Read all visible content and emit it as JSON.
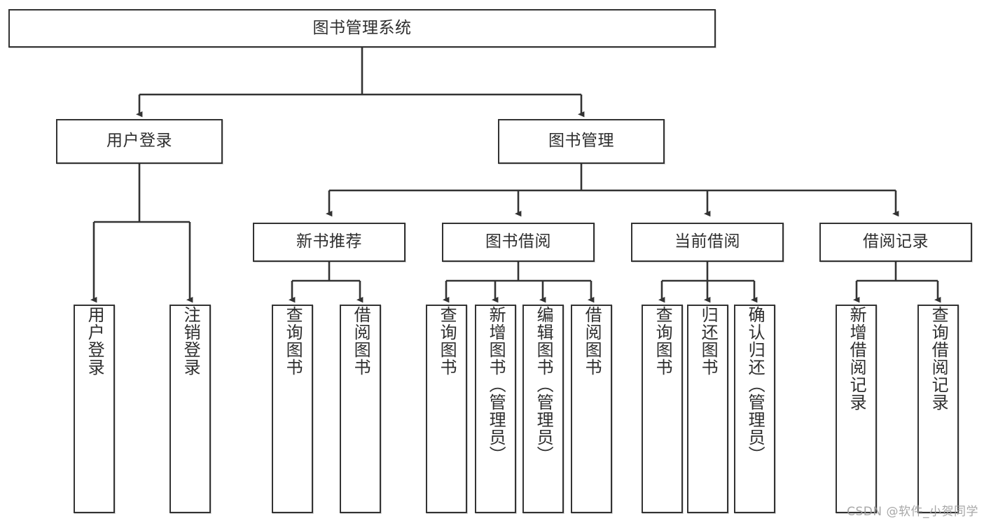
{
  "diagram": {
    "type": "hierarchy-tree",
    "title": "图书管理系统",
    "watermark": "CSDN @软件_小贺同学",
    "colors": {
      "box_border": "#333333",
      "box_fill": "#ffffff",
      "connector": "#333333",
      "text": "#2e2e2e",
      "watermark": "#9c9c9c"
    },
    "nodes": {
      "root": "图书管理系统",
      "level2": {
        "user_login": "用户登录",
        "book_manage": "图书管理"
      },
      "level3": {
        "new_book_rec": "新书推荐",
        "book_borrow": "图书借阅",
        "current_borrow": "当前借阅",
        "borrow_record": "借阅记录"
      },
      "leaves": {
        "user_login_1": "用户登录",
        "user_login_2": "注销登录",
        "new_book_rec_1": "查询图书",
        "new_book_rec_2": "借阅图书",
        "book_borrow_1": "查询图书",
        "book_borrow_2": "新增图书（管理员）",
        "book_borrow_3": "编辑图书（管理员）",
        "book_borrow_4": "借阅图书",
        "current_borrow_1": "查询图书",
        "current_borrow_2": "归还图书",
        "current_borrow_3": "确认归还（管理员）",
        "borrow_record_1": "新增借阅记录",
        "borrow_record_2": "查询借阅记录"
      }
    }
  }
}
